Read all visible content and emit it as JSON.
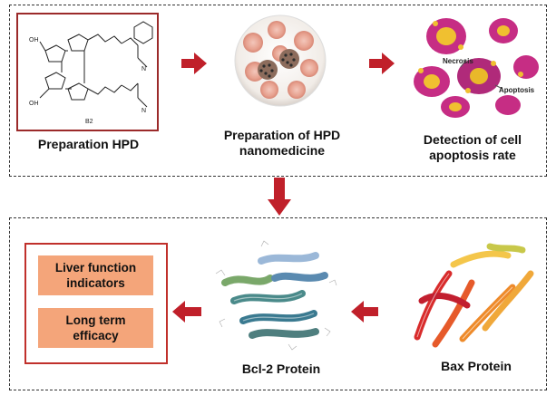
{
  "top_panel": {
    "step1": {
      "label": "Preparation HPD",
      "structure_caption": "B2",
      "atom_labels": [
        "OH",
        "OH",
        "N",
        "N"
      ]
    },
    "step2": {
      "label": "Preparation of HPD nanomedicine",
      "label_lines": [
        "Preparation of HPD",
        "nanomedicine"
      ]
    },
    "step3": {
      "label": "Detection of cell apoptosis rate",
      "label_lines": [
        "Detection of cell",
        "apoptosis rate"
      ],
      "annotations": [
        "Necrosis",
        "Apoptosis"
      ]
    }
  },
  "bottom_panel": {
    "bax": {
      "label": "Bax Protein"
    },
    "bcl2": {
      "label": "Bcl-2 Protein"
    },
    "outcomes": [
      {
        "label": "Liver function indicators",
        "lines": [
          "Liver function",
          "indicators"
        ]
      },
      {
        "label": "Long term efficacy",
        "lines": [
          "Long term",
          "efficacy"
        ]
      }
    ]
  },
  "colors": {
    "arrow": "#c0202a",
    "outcome_box_border": "#c0302b",
    "outcome_fill": "#f4a57a"
  }
}
